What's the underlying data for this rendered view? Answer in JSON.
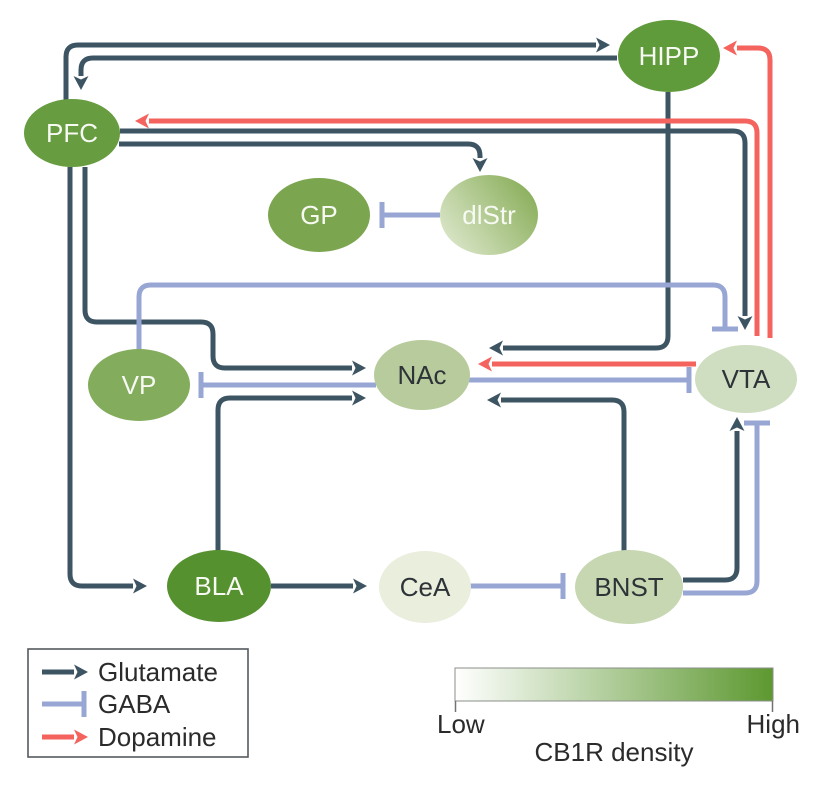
{
  "figure": {
    "description": "Brain reward circuit diagram with CB1R receptor density shading",
    "colorbar": {
      "low": "Low",
      "high": "High",
      "title": "CB1R density"
    }
  },
  "nodes": {
    "pfc": {
      "label": "PFC"
    },
    "hipp": {
      "label": "HIPP"
    },
    "gp": {
      "label": "GP"
    },
    "dlstr": {
      "label": "dlStr"
    },
    "vp": {
      "label": "VP"
    },
    "nac": {
      "label": "NAc"
    },
    "vta": {
      "label": "VTA"
    },
    "bla": {
      "label": "BLA"
    },
    "cea": {
      "label": "CeA"
    },
    "bnst": {
      "label": "BNST"
    }
  },
  "edges": [
    {
      "from": "PFC",
      "to": "HIPP",
      "type": "glutamate"
    },
    {
      "from": "HIPP",
      "to": "PFC",
      "type": "glutamate"
    },
    {
      "from": "PFC",
      "to": "VTA",
      "type": "glutamate"
    },
    {
      "from": "PFC",
      "to": "dlStr",
      "type": "glutamate"
    },
    {
      "from": "PFC",
      "to": "NAc",
      "type": "glutamate"
    },
    {
      "from": "PFC",
      "to": "BLA",
      "type": "glutamate"
    },
    {
      "from": "HIPP",
      "to": "NAc",
      "type": "glutamate"
    },
    {
      "from": "BLA",
      "to": "NAc",
      "type": "glutamate"
    },
    {
      "from": "BLA",
      "to": "CeA",
      "type": "glutamate"
    },
    {
      "from": "BNST",
      "to": "NAc",
      "type": "glutamate"
    },
    {
      "from": "BNST",
      "to": "VTA",
      "type": "glutamate"
    },
    {
      "from": "dlStr",
      "to": "GP",
      "type": "GABA"
    },
    {
      "from": "NAc",
      "to": "VP",
      "type": "GABA"
    },
    {
      "from": "NAc",
      "to": "VTA",
      "type": "GABA"
    },
    {
      "from": "VP",
      "to": "VTA",
      "type": "GABA"
    },
    {
      "from": "CeA",
      "to": "BNST",
      "type": "GABA"
    },
    {
      "from": "BNST",
      "to": "VTA",
      "type": "GABA"
    },
    {
      "from": "VTA",
      "to": "NAc",
      "type": "dopamine"
    },
    {
      "from": "VTA",
      "to": "PFC",
      "type": "dopamine"
    },
    {
      "from": "VTA",
      "to": "HIPP",
      "type": "dopamine"
    }
  ],
  "legend": {
    "items": [
      {
        "label": "Glutamate",
        "type": "arrow-dark"
      },
      {
        "label": "GABA",
        "type": "tbar-blue"
      },
      {
        "label": "Dopamine",
        "type": "arrow-red"
      }
    ]
  },
  "colors": {
    "glutamate": "#3d5463",
    "gaba": "#98a6d4",
    "dopamine": "#f4635e",
    "node_pfc": "#689c40",
    "node_hipp": "#5f9a3b",
    "node_gp": "#7ba64f",
    "node_vp": "#83ac5d",
    "node_nac": "#b8cb9c",
    "node_vta": "#cfdec1",
    "node_bla": "#569130",
    "node_cea": "#e9eedd",
    "node_bnst": "#c6d7b1",
    "dlstr_light": "#dce7cb",
    "dlstr_dark": "#88ad58",
    "cb1r_low": "#ffffff",
    "cb1r_high": "#5d9830"
  }
}
